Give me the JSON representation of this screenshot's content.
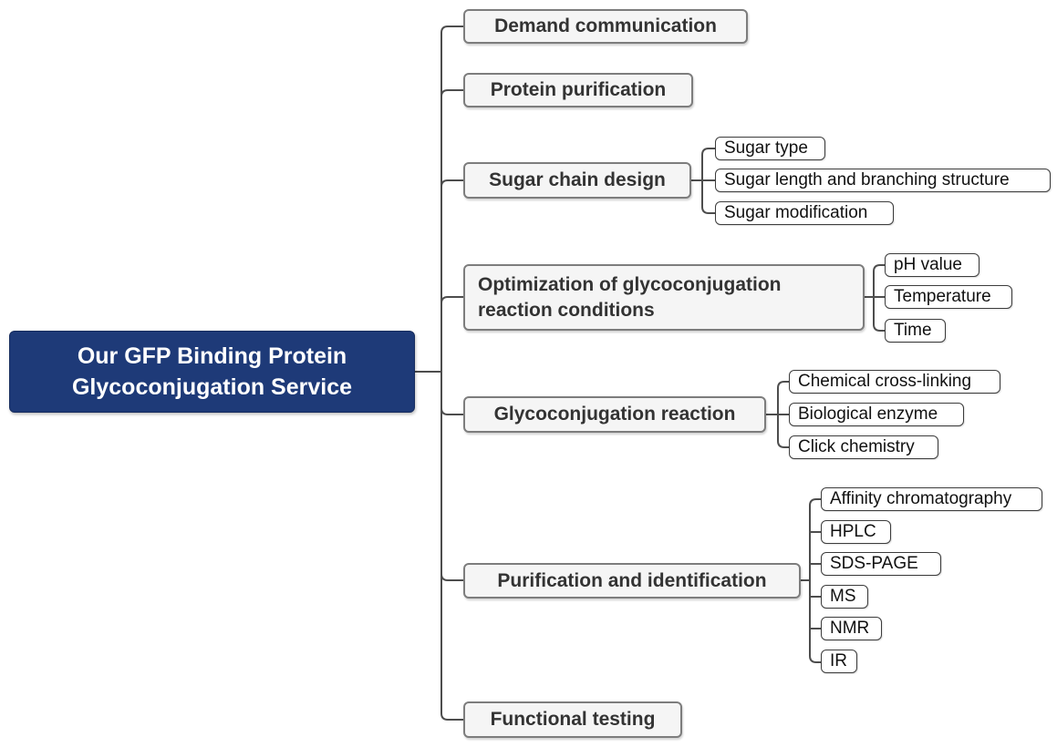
{
  "root": {
    "label": "Our GFP Binding Protein Glycoconjugation Service"
  },
  "branches": [
    {
      "label": "Demand communication",
      "children": []
    },
    {
      "label": "Protein purification",
      "children": []
    },
    {
      "label": "Sugar chain design",
      "children": [
        "Sugar type",
        "Sugar length and branching structure",
        "Sugar modification"
      ]
    },
    {
      "label": "Optimization of glycoconjugation reaction conditions",
      "children": [
        "pH value",
        "Temperature",
        "Time"
      ]
    },
    {
      "label": "Glycoconjugation reaction",
      "children": [
        "Chemical cross-linking",
        "Biological enzyme",
        "Click chemistry"
      ]
    },
    {
      "label": "Purification and identification",
      "children": [
        "Affinity chromatography",
        "HPLC",
        "SDS-PAGE",
        "MS",
        "NMR",
        "IR"
      ]
    },
    {
      "label": "Functional testing",
      "children": []
    }
  ],
  "colors": {
    "root_background": "#1e3a78",
    "root_text": "#ffffff",
    "branch_background": "#f5f5f5",
    "branch_border": "#7d7d7d",
    "leaf_background": "#ffffff",
    "leaf_border": "#3c3c3c",
    "connector": "#4d4d4d"
  }
}
